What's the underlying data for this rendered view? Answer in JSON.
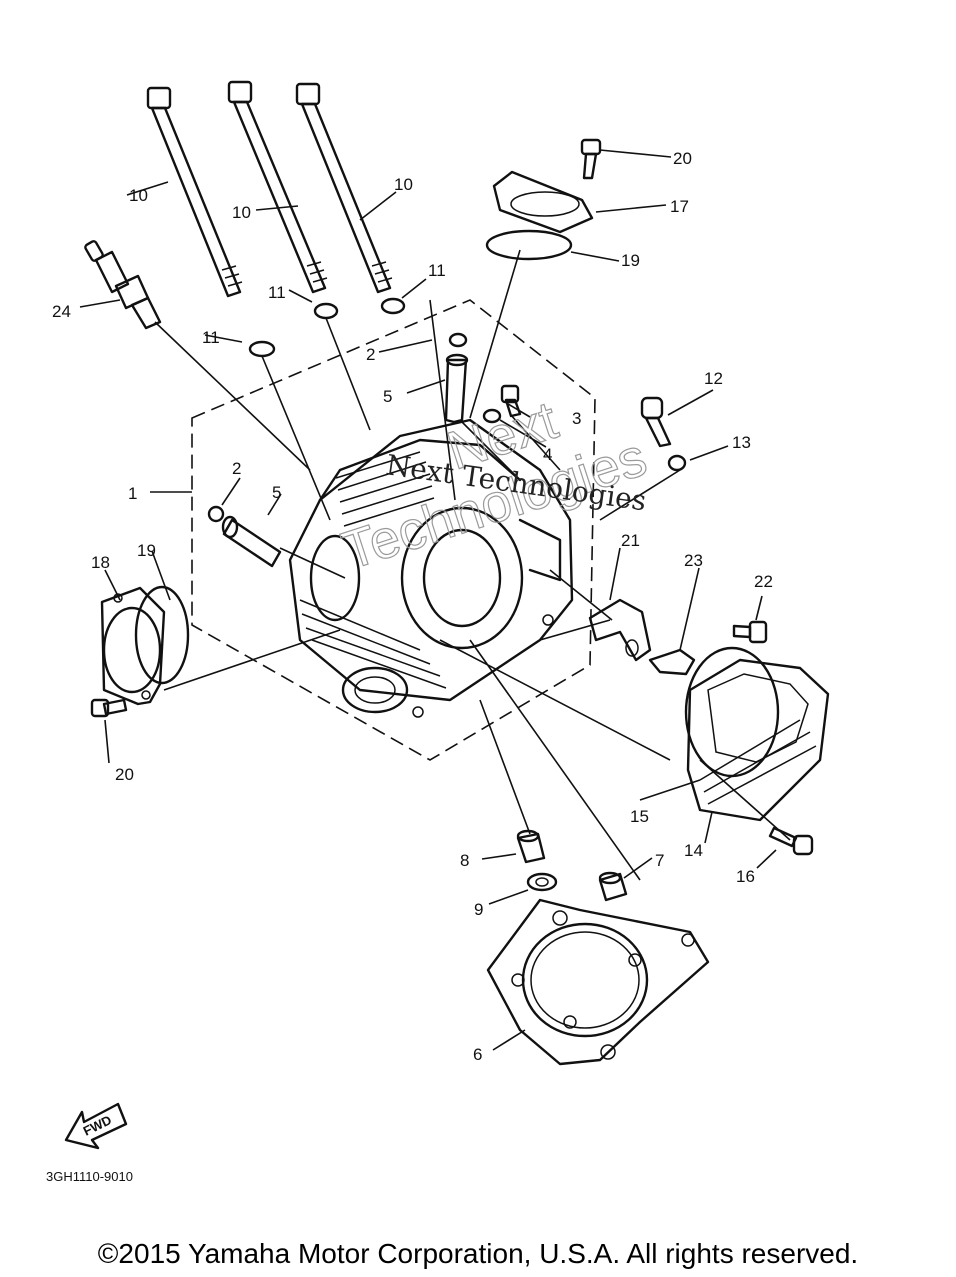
{
  "watermark": {
    "line_small": "Next Technologies",
    "line_big_1": "Next",
    "line_big_2": "Technologies"
  },
  "callouts": [
    {
      "id": "c1",
      "text": "1"
    },
    {
      "id": "c2a",
      "text": "2"
    },
    {
      "id": "c2b",
      "text": "2"
    },
    {
      "id": "c3",
      "text": "3"
    },
    {
      "id": "c4",
      "text": "4"
    },
    {
      "id": "c5a",
      "text": "5"
    },
    {
      "id": "c5b",
      "text": "5"
    },
    {
      "id": "c6",
      "text": "6"
    },
    {
      "id": "c7",
      "text": "7"
    },
    {
      "id": "c8",
      "text": "8"
    },
    {
      "id": "c9",
      "text": "9"
    },
    {
      "id": "c10a",
      "text": "10"
    },
    {
      "id": "c10b",
      "text": "10"
    },
    {
      "id": "c10c",
      "text": "10"
    },
    {
      "id": "c11a",
      "text": "11"
    },
    {
      "id": "c11b",
      "text": "11"
    },
    {
      "id": "c11c",
      "text": "11"
    },
    {
      "id": "c12",
      "text": "12"
    },
    {
      "id": "c13",
      "text": "13"
    },
    {
      "id": "c14",
      "text": "14"
    },
    {
      "id": "c15",
      "text": "15"
    },
    {
      "id": "c16",
      "text": "16"
    },
    {
      "id": "c17",
      "text": "17"
    },
    {
      "id": "c18",
      "text": "18"
    },
    {
      "id": "c19a",
      "text": "19"
    },
    {
      "id": "c19b",
      "text": "19"
    },
    {
      "id": "c20a",
      "text": "20"
    },
    {
      "id": "c20b",
      "text": "20"
    },
    {
      "id": "c21",
      "text": "21"
    },
    {
      "id": "c22",
      "text": "22"
    },
    {
      "id": "c23",
      "text": "23"
    },
    {
      "id": "c24",
      "text": "24"
    }
  ],
  "fwd_label": "FWD",
  "diagram_code": "3GH1110-9010",
  "copyright": "©2015 Yamaha Motor Corporation, U.S.A. All rights reserved."
}
